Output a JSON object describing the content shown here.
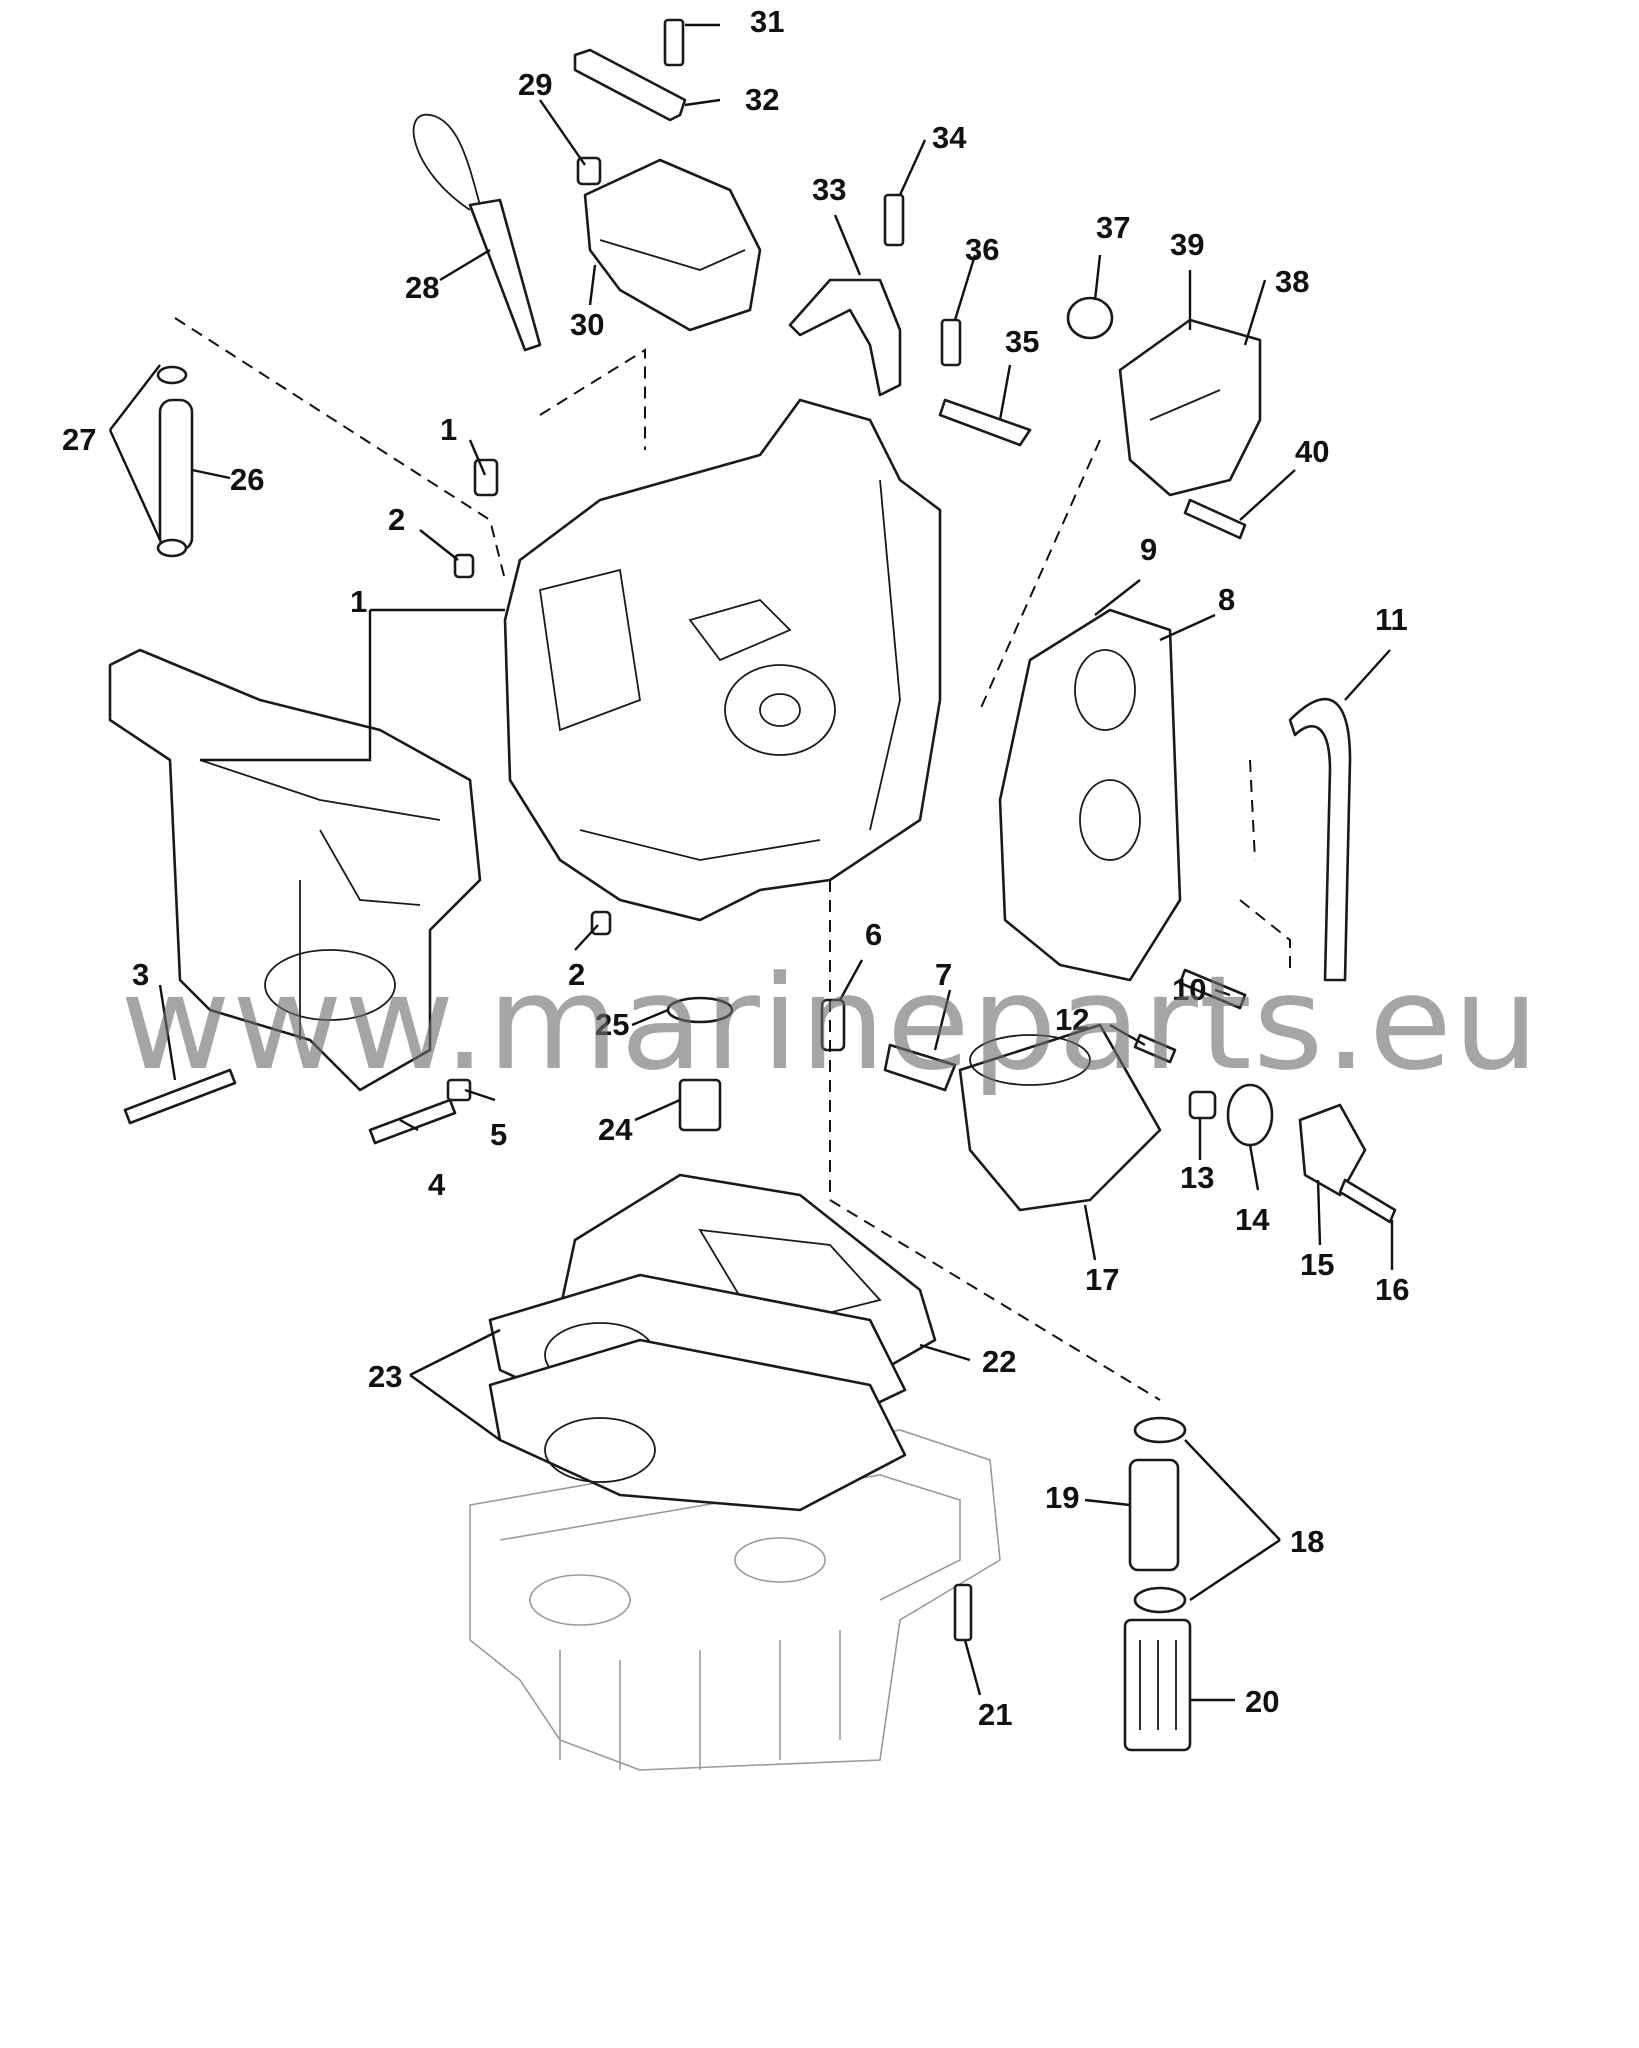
{
  "watermark": "www.marineparts.eu",
  "callouts": [
    {
      "n": "1"
    },
    {
      "n": "1"
    },
    {
      "n": "2"
    },
    {
      "n": "2"
    },
    {
      "n": "3"
    },
    {
      "n": "4"
    },
    {
      "n": "5"
    },
    {
      "n": "6"
    },
    {
      "n": "7"
    },
    {
      "n": "8"
    },
    {
      "n": "9"
    },
    {
      "n": "10"
    },
    {
      "n": "11"
    },
    {
      "n": "12"
    },
    {
      "n": "13"
    },
    {
      "n": "14"
    },
    {
      "n": "15"
    },
    {
      "n": "16"
    },
    {
      "n": "17"
    },
    {
      "n": "18"
    },
    {
      "n": "19"
    },
    {
      "n": "20"
    },
    {
      "n": "21"
    },
    {
      "n": "22"
    },
    {
      "n": "23"
    },
    {
      "n": "24"
    },
    {
      "n": "25"
    },
    {
      "n": "26"
    },
    {
      "n": "27"
    },
    {
      "n": "28"
    },
    {
      "n": "29"
    },
    {
      "n": "30"
    },
    {
      "n": "31"
    },
    {
      "n": "32"
    },
    {
      "n": "33"
    },
    {
      "n": "34"
    },
    {
      "n": "35"
    },
    {
      "n": "36"
    },
    {
      "n": "37"
    },
    {
      "n": "38"
    },
    {
      "n": "39"
    },
    {
      "n": "40"
    }
  ]
}
